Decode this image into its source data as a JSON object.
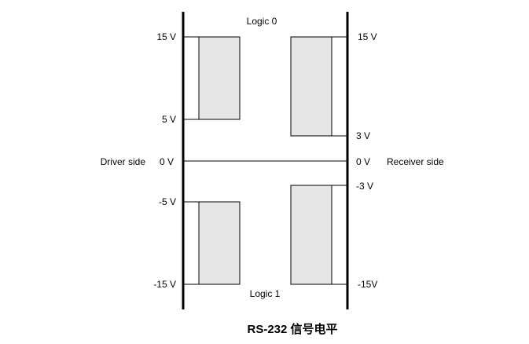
{
  "labels": {
    "logic0": "Logic 0",
    "logic1": "Logic 1",
    "driver_side": "Driver side",
    "receiver_side": "Receiver side"
  },
  "driver_levels": {
    "v15": "15 V",
    "v5": "5 V",
    "v0": "0 V",
    "vneg5": "-5 V",
    "vneg15": "-15 V"
  },
  "receiver_levels": {
    "v15": "15 V",
    "v3": "3 V",
    "v0": "0 V",
    "vneg3": "-3 V",
    "vneg15": "-15V"
  },
  "caption": "RS-232 信号电平",
  "colors": {
    "rail": "#000000",
    "box_fill": "#e6e6e6",
    "box_stroke": "#000000"
  }
}
